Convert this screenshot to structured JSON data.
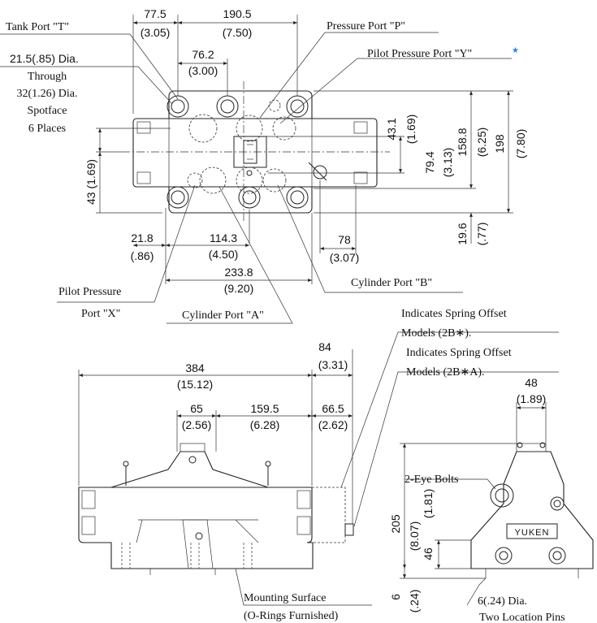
{
  "labels": {
    "tank_port": "Tank Port \"T\"",
    "pressure_port": "Pressure Port \"P\"",
    "pilot_y": "Pilot Pressure Port \"Y\"",
    "pilot_y_star": "★",
    "dia_line1": "21.5(.85) Dia.",
    "dia_line2": "Through",
    "dia_line3": "32(1.26) Dia.",
    "dia_line4": "Spotface",
    "dia_line5": "6 Places",
    "pilot_x_1": "Pilot Pressure",
    "pilot_x_2": "Port \"X\"",
    "cyl_a": "Cylinder Port \"A\"",
    "cyl_b": "Cylinder Port \"B\"",
    "spring1_1": "Indicates Spring Offset",
    "spring1_2": "Models (2B∗).",
    "spring2_1": "Indicates Spring Offset",
    "spring2_2": "Models (2B∗A).",
    "eye_bolts": "2-Eye Bolts",
    "mount_1": "Mounting Surface",
    "mount_2": "(O-Rings Furnished)",
    "pins_1": "6(.24) Dia.",
    "pins_2": "Two Location Pins",
    "brand": "YUKEN"
  },
  "dims": {
    "d77_5": "77.5",
    "d3_05": "(3.05)",
    "d190_5": "190.5",
    "d7_50": "(7.50)",
    "d76_2": "76.2",
    "d3_00": "(3.00)",
    "d43_1": "43.1",
    "d1_69a": "(1.69)",
    "d158_8": "158.8",
    "d6_25": "(6.25)",
    "d198": "198",
    "d7_80": "(7.80)",
    "d79_4": "79.4",
    "d3_13": "(3.13)",
    "d43_169": "43 (1.69)",
    "d19_6": "19.6",
    "d_77": "(.77)",
    "d21_8": "21.8",
    "d_86": "(.86)",
    "d114_3": "114.3",
    "d4_50": "(4.50)",
    "d78": "78",
    "d3_07": "(3.07)",
    "d233_8": "233.8",
    "d9_20": "(9.20)",
    "d84": "84",
    "d3_31": "(3.31)",
    "d384": "384",
    "d15_12": "(15.12)",
    "d65": "65",
    "d2_56": "(2.56)",
    "d159_5": "159.5",
    "d6_28": "(6.28)",
    "d66_5": "66.5",
    "d2_62": "(2.62)",
    "d48": "48",
    "d1_89": "(1.89)",
    "d205": "205",
    "d8_07": "(8.07)",
    "d46": "46",
    "d1_81": "(1.81)",
    "d6": "6",
    "d_24": "(.24)"
  },
  "colors": {
    "star": "#2a7fd4"
  }
}
